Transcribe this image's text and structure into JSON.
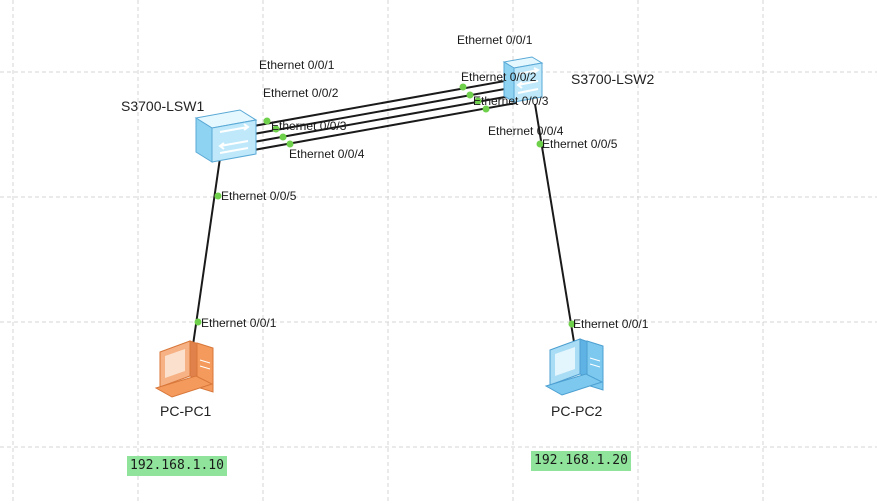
{
  "devices": {
    "lsw1": {
      "name": "S3700-LSW1"
    },
    "lsw2": {
      "name": "S3700-LSW2"
    },
    "pc1": {
      "name": "PC-PC1",
      "ip": "192.168.1.10"
    },
    "pc2": {
      "name": "PC-PC2",
      "ip": "192.168.1.20"
    }
  },
  "links": {
    "trunk": {
      "lsw1_ports": [
        "Ethernet 0/0/1",
        "Ethernet 0/0/2",
        "Ethernet 0/0/3",
        "Ethernet 0/0/4"
      ],
      "lsw2_ports": [
        "Ethernet 0/0/1",
        "Ethernet 0/0/2",
        "Ethernet 0/0/3",
        "Ethernet 0/0/4"
      ]
    },
    "lsw1_pc1": {
      "lsw1_port": "Ethernet 0/0/5",
      "pc1_port": "Ethernet 0/0/1"
    },
    "lsw2_pc2": {
      "lsw2_port": "Ethernet 0/0/5",
      "pc2_port": "Ethernet 0/0/1"
    }
  },
  "colors": {
    "grid": "#d4d4d4",
    "link": "#1a1a1a",
    "port_dot": "#6fd14b",
    "switch_body": "#bfe9fa",
    "switch_edge": "#5aa9d6",
    "pc1_color": "#f39a5c",
    "pc2_color": "#7cc8ef",
    "ip_background": "#8fe39a"
  }
}
